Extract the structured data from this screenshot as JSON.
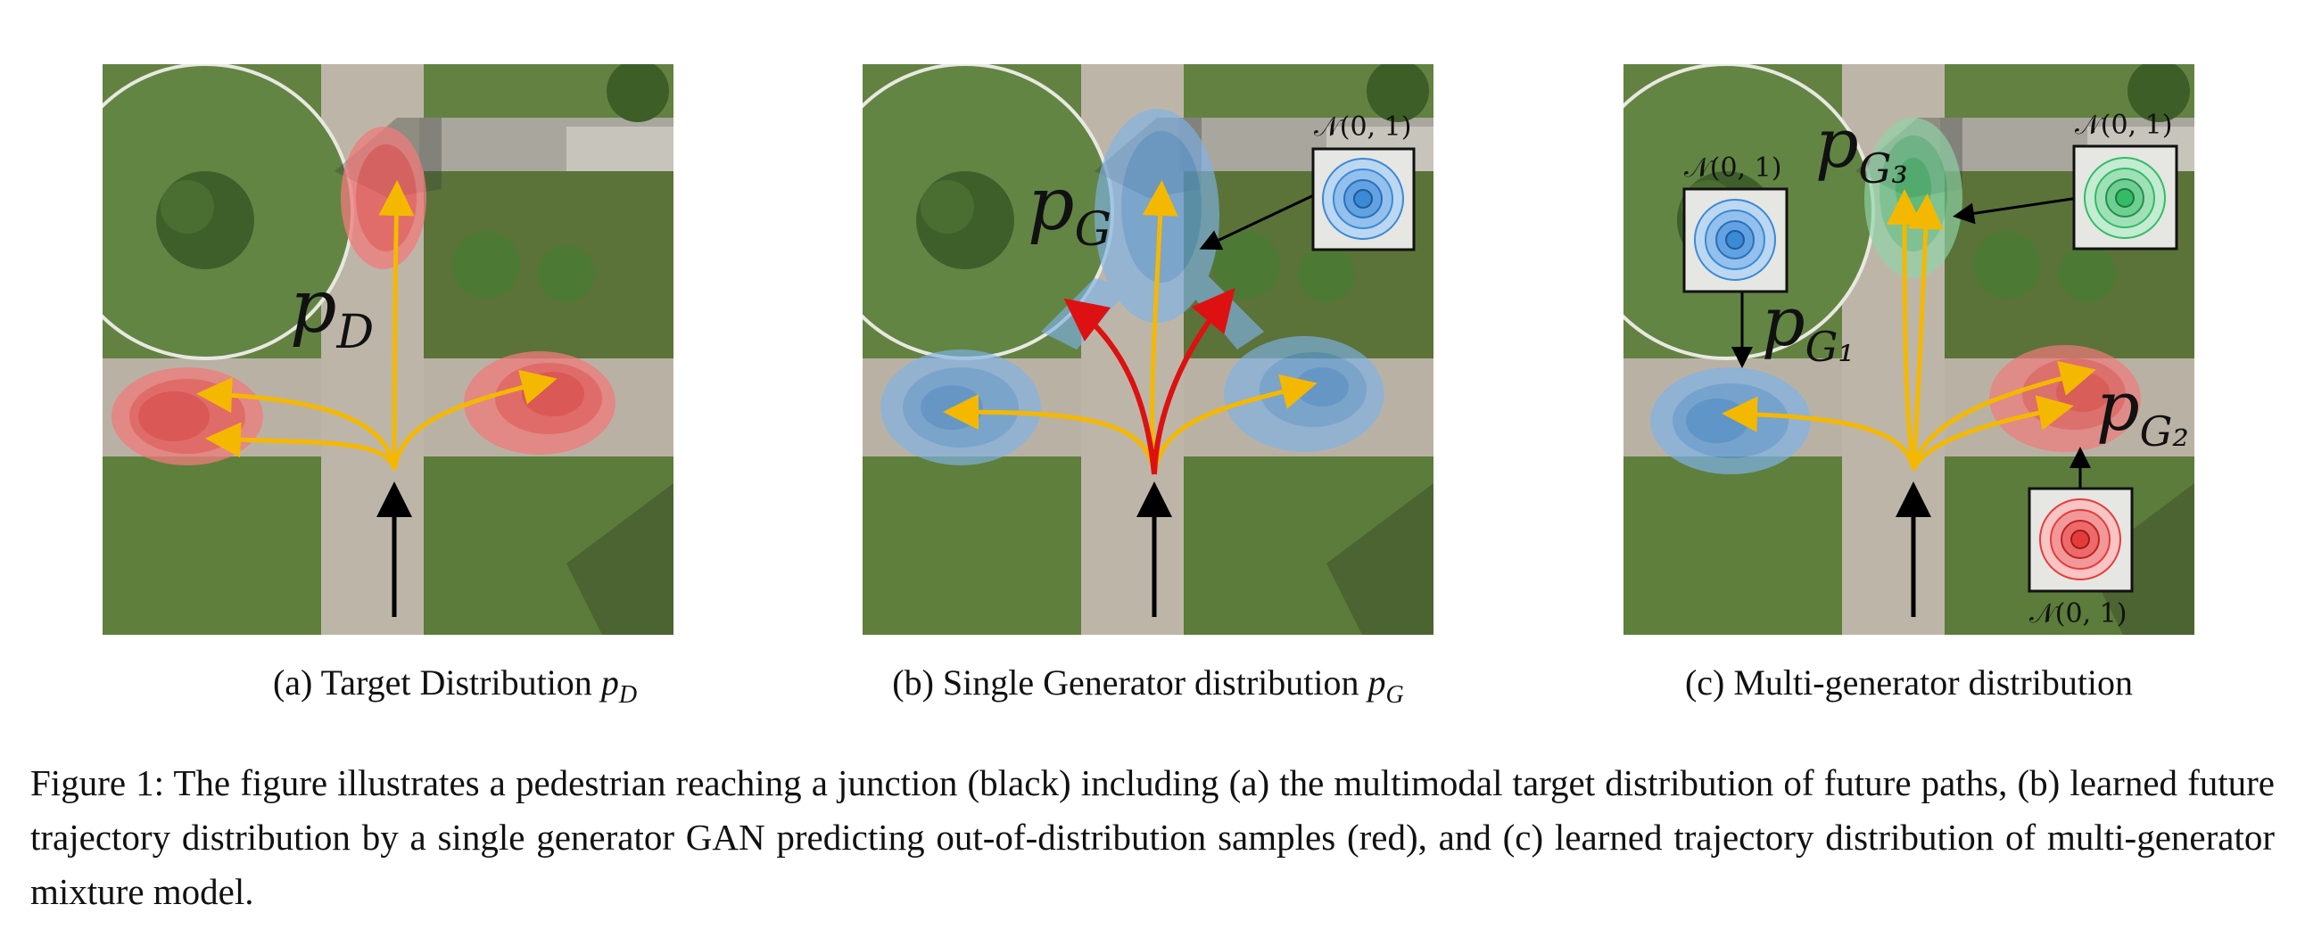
{
  "panels": [
    {
      "id": "a",
      "labels": {
        "main": "p",
        "main_sub": "D"
      },
      "caption_text": "(a) Target Distribution ",
      "caption_math": "p",
      "caption_math_sub": "D"
    },
    {
      "id": "b",
      "labels": {
        "main": "p",
        "main_sub": "G",
        "noise": "𝒩(0, 1)"
      },
      "caption_text": "(b) Single Generator distribution ",
      "caption_math": "p",
      "caption_math_sub": "G"
    },
    {
      "id": "c",
      "labels": {
        "g1": "p",
        "g1_sub": "G₁",
        "g2": "p",
        "g2_sub": "G₂",
        "g3": "p",
        "g3_sub": "G₃",
        "noise": "𝒩(0, 1)"
      },
      "caption_text": "(c) Multi-generator distribution"
    }
  ],
  "caption": "Figure 1: The figure illustrates a pedestrian reaching a junction (black) including (a) the multimodal target distribution of future paths, (b) learned future trajectory distribution by a single generator GAN predicting out-of-distribution samples (red), and (c) learned trajectory distribution of multi-generator mixture model.",
  "colors": {
    "target": "#ee4444",
    "single_gen": "#3a8ad6",
    "gen1": "#3a8ad6",
    "gen2": "#ee4444",
    "gen3": "#33bb66",
    "path": "#f5b800",
    "ood_path": "#dd1111",
    "ego_arrow": "#000000"
  }
}
